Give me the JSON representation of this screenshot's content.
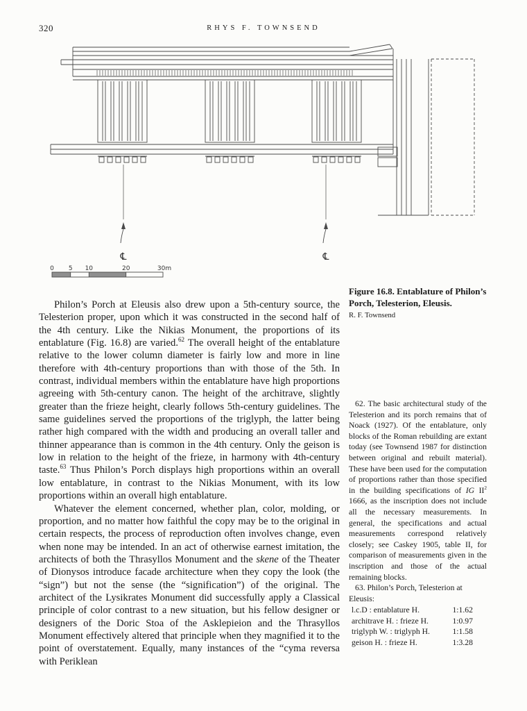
{
  "page": {
    "number": "320",
    "running_head": "RHYS F. TOWNSEND"
  },
  "figure": {
    "caption": "Figure 16.8. Entablature of Philon’s Porch, Telesterion, Eleusis.",
    "credit": "R. F. Townsend",
    "centerline_symbol": "℄",
    "scale_labels": [
      "0",
      "5",
      "10",
      "20",
      "30m"
    ]
  },
  "body": {
    "p1": {
      "r1": "Philon’s Porch at Eleusis also drew upon a 5th-century source, the Telesterion proper, upon which it was constructed in the second half of the 4th century. Like the Nikias Monument, the proportions of its entablature (Fig. 16.8) are varied.",
      "sup1": "62",
      "r2": " The overall height of the entablature relative to the lower column diameter is fairly low and more in line therefore with 4th-century proportions than with those of the 5th. In contrast, individual members within the entablature have high proportions agreeing with 5th-century canon. The height of the architrave, slightly greater than the frieze height, clearly follows 5th-century guidelines. The same guidelines served the proportions of the triglyph, the latter being rather high compared with the width and producing an overall taller and thinner appearance than is common in the 4th century. Only the geison is low in relation to the height of the frieze, in harmony with 4th-century taste.",
      "sup2": "63",
      "r3": " Thus Philon’s Porch displays high proportions within an overall low entablature, in contrast to the Nikias Monument, with its low proportions within an overall high entablature."
    },
    "p2": {
      "r1": "Whatever the element concerned, whether plan, color, molding, or proportion, and no matter how faithful the copy may be to the original in certain respects, the process of reproduction often involves change, even when none may be intended. In an act of otherwise earnest imitation, the architects of both the Thrasyllos Monument and the ",
      "i1": "skene",
      "r2": " of the Theater of Dionysos introduce facade architecture when they copy the look (the “sign”) but not the sense (the “signification”) of the original. The architect of the Lysikrates Monument did successfully apply a Classical principle of color contrast to a new situation, but his fellow designer or designers of the Doric Stoa of the Asklepieion and the Thrasyllos Monument effectively altered that principle when they magnified it to the point of overstatement. Equally, many instances of the “cyma reversa with Periklean"
    }
  },
  "notes": {
    "n62": {
      "r1": "62. The basic architectural study of the Telesterion and its porch remains that of Noack (1927). Of the entablature, only blocks of the Roman rebuilding are extant today (see Townsend 1987 for distinction between original and rebuilt material). These have been used for the computation of proportions rather than those specified in the building specifications of ",
      "i1": "IG",
      "r2": " II",
      "sup1": "2",
      "r3": " 1666, as the inscription does not include all the necessary measurements. In general, the specifications and actual measurements correspond relatively closely; see Caskey 1905, table II, for comparison of measurements given in the inscription and those of the actual remaining blocks."
    },
    "n63_intro": "63. Philon’s Porch, Telesterion at Eleusis:",
    "ratios": [
      {
        "label": "l.c.D : entablature H.",
        "value": "1:1.62"
      },
      {
        "label": "architrave H. : frieze H.",
        "value": "1:0.97"
      },
      {
        "label": "triglyph W. : triglyph H.",
        "value": "1:1.58"
      },
      {
        "label": "geison H. : frieze H.",
        "value": "1:3.28"
      }
    ]
  }
}
